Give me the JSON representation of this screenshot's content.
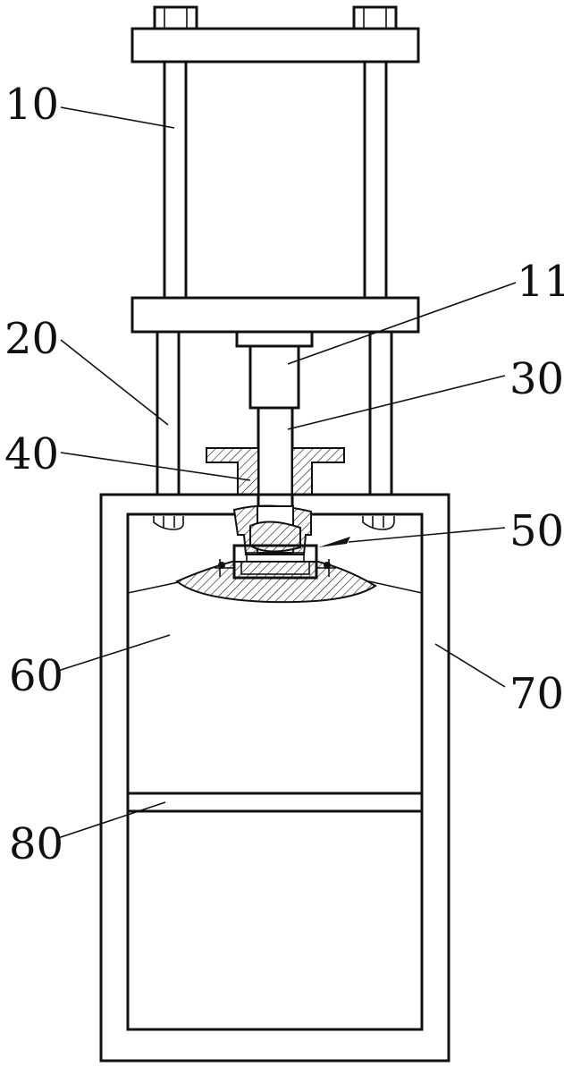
{
  "labels": {
    "l10": "10",
    "l11": "11",
    "l20": "20",
    "l30": "30",
    "l40": "40",
    "l50": "50",
    "l60": "60",
    "l70": "70",
    "l80": "80"
  }
}
